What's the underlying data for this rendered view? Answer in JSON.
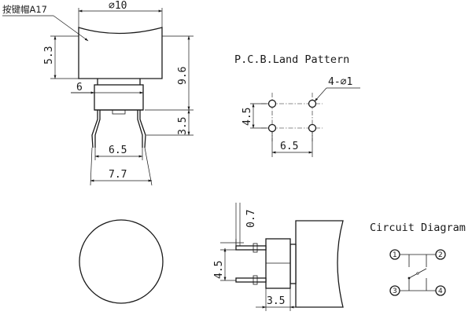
{
  "labels": {
    "cap_name": "按键帽A17",
    "pcb_title": "P.C.B.Land Pattern",
    "circuit_title": "Circuit Diagram"
  },
  "dims": {
    "d10": "⌀10",
    "d5_3": "5.3",
    "d9_6": "9.6",
    "d6": "6",
    "d3_5_side": "3.5",
    "d6_5_front": "6.5",
    "d7_7": "7.7",
    "pcb_holes": "4-⌀1",
    "pcb_4_5": "4.5",
    "pcb_6_5": "6.5",
    "side_0_7": "0.7",
    "side_4_5": "4.5",
    "side_3_5": "3.5"
  },
  "pins": [
    "1",
    "2",
    "3",
    "4"
  ]
}
